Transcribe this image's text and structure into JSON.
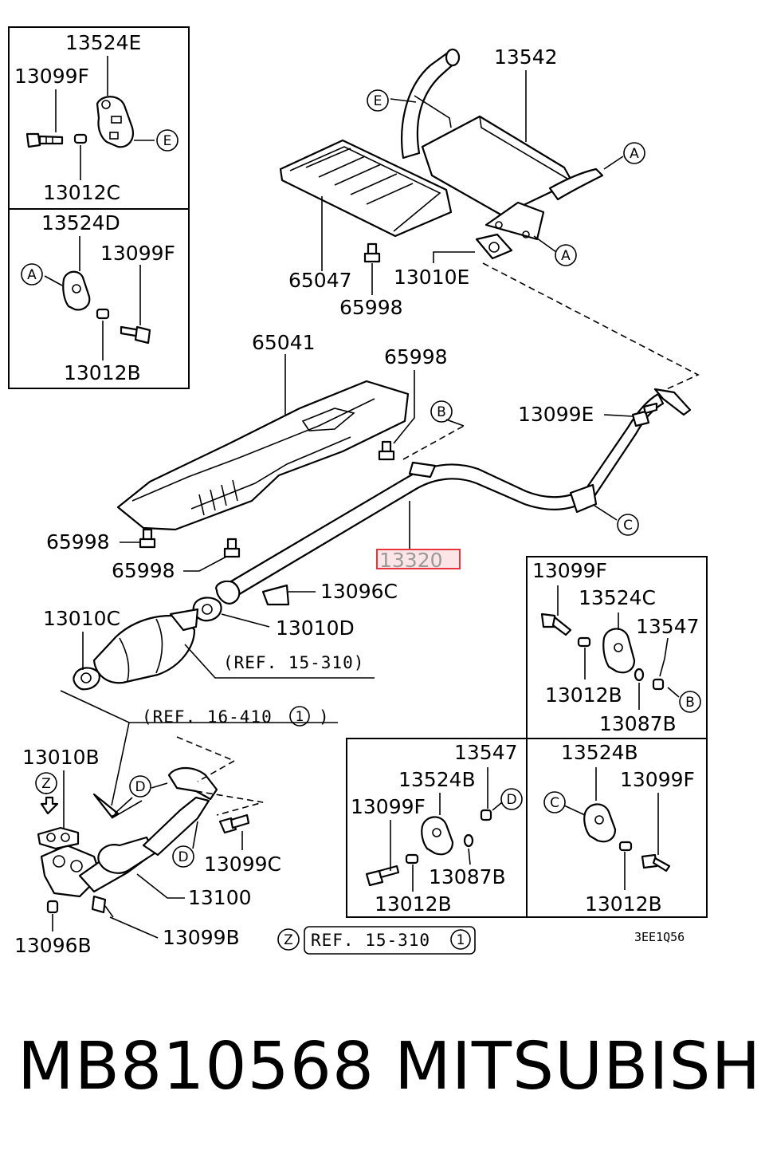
{
  "part_labels": {
    "p13524E": "13524E",
    "p13099F_a": "13099F",
    "p13012C": "13012C",
    "p13524D": "13524D",
    "p13099F_b": "13099F",
    "p13012B_a": "13012B",
    "p13542": "13542",
    "p65047": "65047",
    "p13010E": "13010E",
    "p65998_a": "65998",
    "p65041": "65041",
    "p65998_b": "65998",
    "p13099E": "13099E",
    "p65998_c": "65998",
    "p65998_d": "65998",
    "p13320": "13320",
    "p13096C": "13096C",
    "p13010C": "13010C",
    "p13010D": "13010D",
    "p13099F_c": "13099F",
    "p13524C": "13524C",
    "p13547_a": "13547",
    "p13012B_b": "13012B",
    "p13087B_a": "13087B",
    "p13010B": "13010B",
    "p13547_b": "13547",
    "p13524B_a": "13524B",
    "p13524B_b": "13524B",
    "p13099F_d": "13099F",
    "p13099F_e": "13099F",
    "p13087B_b": "13087B",
    "p13012B_c": "13012B",
    "p13012B_d": "13012B",
    "p13099C": "13099C",
    "p13100": "13100",
    "p13096B": "13096B",
    "p13099B": "13099B"
  },
  "references": {
    "ref_15_310": "(REF. 15-310)",
    "ref_16_410_prefix": "(REF. 16-410",
    "ref_16_410_suffix": ")",
    "ref_16_410_circle": "1",
    "ref_bottom": "REF. 15-310",
    "ref_bottom_circle": "1"
  },
  "callouts": {
    "A": "A",
    "B": "B",
    "C": "C",
    "D": "D",
    "E": "E",
    "Z": "Z"
  },
  "diagram_code": "3EE1Q56",
  "highlighted_part": "13320",
  "highlight_color": "#e8343c",
  "footer": {
    "part_number": "MB810568",
    "brand": "MITSUBISHI"
  }
}
